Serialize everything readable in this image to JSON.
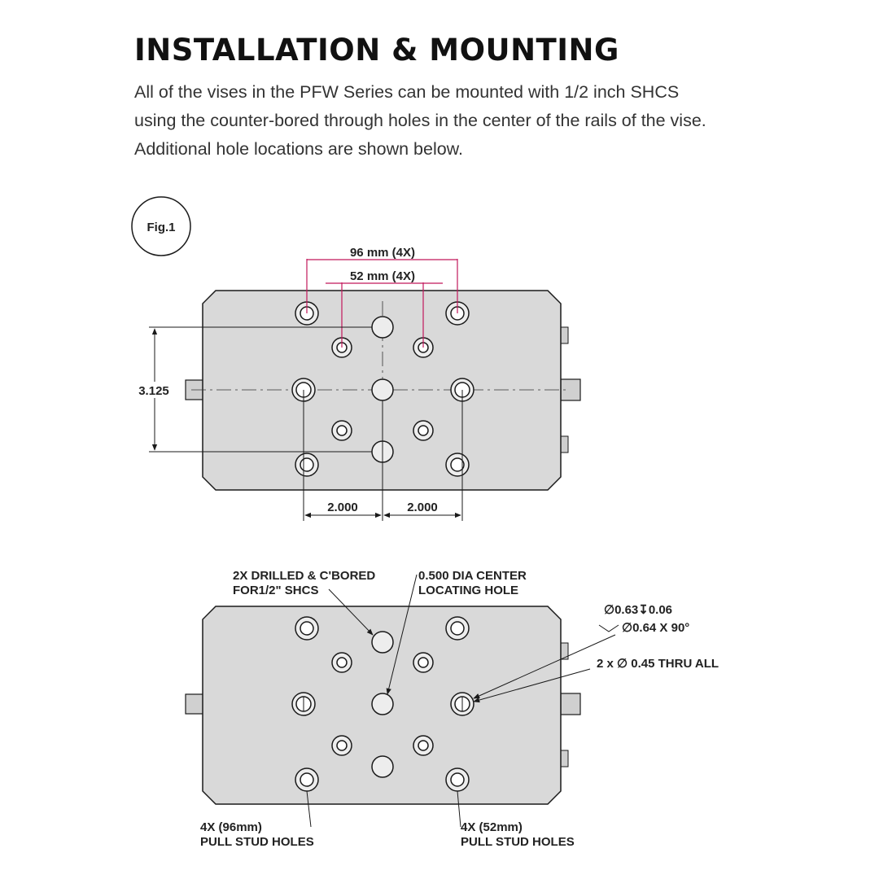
{
  "heading": "INSTALLATION & MOUNTING",
  "intro": [
    "All of the vises in the PFW Series can be mounted with 1/2 inch SHCS",
    "using the counter-bored through holes in the center of the rails of the vise.",
    "Additional hole locations are shown below."
  ],
  "figure": {
    "badge": "Fig.1",
    "top_view": {
      "dim_96": "96 mm (4X)",
      "dim_52": "52 mm (4X)",
      "dim_vertical": "3.125",
      "dim_left": "2.000",
      "dim_right": "2.000"
    },
    "bottom_view": {
      "callout_cbored": [
        "2X DRILLED & C'BORED",
        "FOR1/2\" SHCS"
      ],
      "callout_center": [
        "0.500 DIA CENTER",
        "LOCATING HOLE"
      ],
      "callout_cbore_a": "∅0.63↧0.06",
      "callout_cbore_b": "∅0.64 X 90°",
      "callout_thru": "2 x  ∅  0.45 THRU ALL",
      "callout_96": [
        "4X (96mm)",
        "PULL STUD HOLES"
      ],
      "callout_52": [
        "4X (52mm)",
        "PULL STUD HOLES"
      ]
    }
  },
  "colors": {
    "plate": "#d9d9d9",
    "outline": "#1a1a1a",
    "dim_magenta": "#c2185b",
    "hole_fill": "#ededed"
  }
}
